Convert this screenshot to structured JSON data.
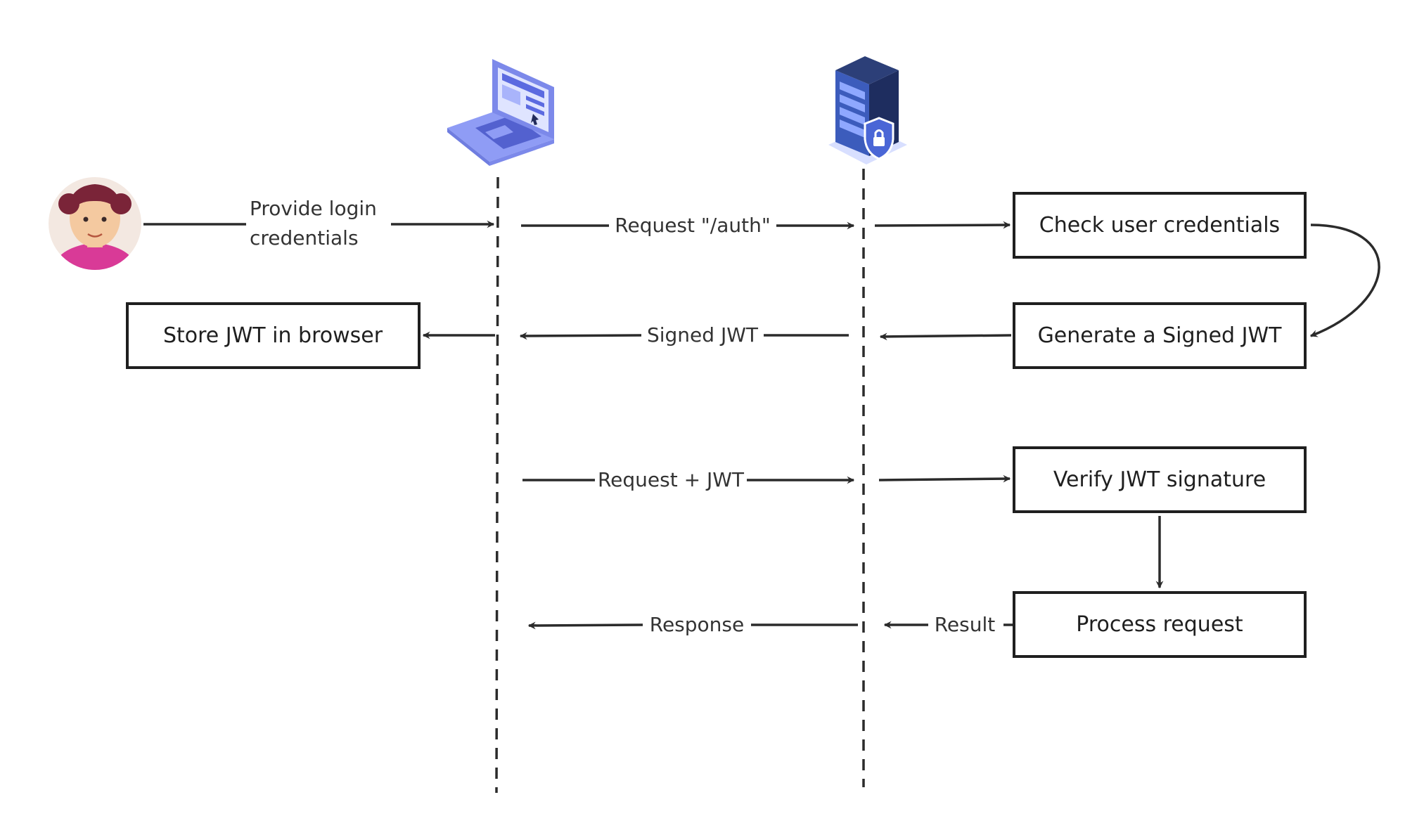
{
  "messages": {
    "provide_login_line1": "Provide login",
    "provide_login_line2": "credentials",
    "request_auth": "Request \"/auth\"",
    "signed_jwt": "Signed JWT",
    "request_jwt": "Request + JWT",
    "response": "Response",
    "result": "Result"
  },
  "boxes": {
    "check_credentials": "Check user credentials",
    "generate_jwt": "Generate a Signed JWT",
    "store_jwt": "Store JWT in browser",
    "verify_signature": "Verify JWT signature",
    "process_request": "Process request"
  },
  "icons": {
    "user": "user-avatar-icon",
    "client": "laptop-icon",
    "server": "secure-server-icon"
  },
  "colors": {
    "line": "#2b2b2b",
    "laptop": "#8f9cf5",
    "server": "#2c3f78",
    "shield": "#4a66d6",
    "avatar_shirt": "#d93a97",
    "avatar_hair": "#7a2438"
  }
}
